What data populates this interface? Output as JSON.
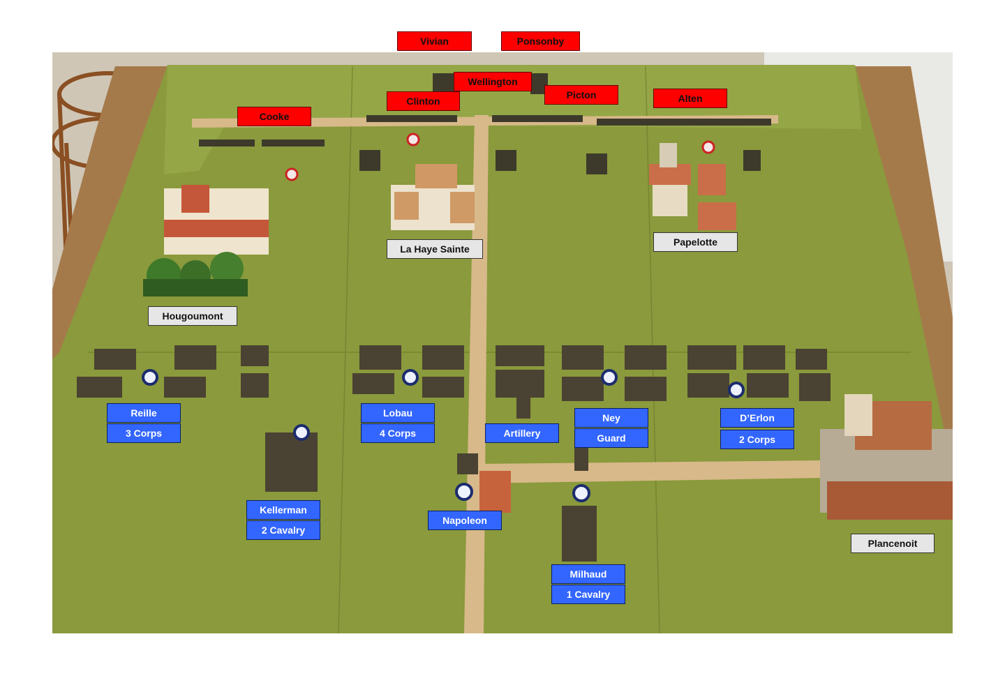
{
  "map_title": "",
  "allied_commanders": [
    "Vivian",
    "Ponsonby",
    "Wellington",
    "Clinton",
    "Picton",
    "Alten",
    "Cooke"
  ],
  "locations": [
    "La Haye Sainte",
    "Papelotte",
    "Hougoumont",
    "Plancenoit"
  ],
  "french_units": [
    {
      "name": "Reille",
      "formation": "3 Corps"
    },
    {
      "name": "Lobau",
      "formation": "4 Corps"
    },
    {
      "name": "Artillery"
    },
    {
      "name": "Ney",
      "formation": "Guard"
    },
    {
      "name": "D’Erlon",
      "formation": "2 Corps"
    },
    {
      "name": "Kellerman",
      "formation": "2 Cavalry"
    },
    {
      "name": "Napoleon"
    },
    {
      "name": "Milhaud",
      "formation": "1 Cavalry"
    }
  ],
  "colors": {
    "allied": "#ff0000",
    "french": "#3366ff",
    "location": "#e6e6e6",
    "table": "#8a9a3c",
    "road": "#d8b98a"
  }
}
